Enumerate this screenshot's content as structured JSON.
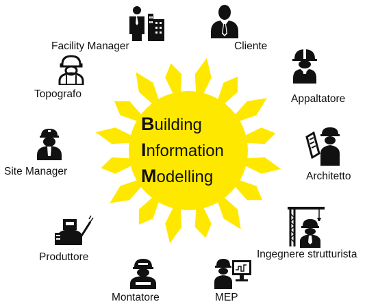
{
  "center": {
    "lines": [
      {
        "initial": "B",
        "rest": "uilding"
      },
      {
        "initial": "I",
        "rest": "nformation"
      },
      {
        "initial": "M",
        "rest": "odelling"
      }
    ]
  },
  "colors": {
    "sun": "#FFE800",
    "rays": "#FFE800",
    "text": "#111111",
    "icon": "#111111"
  },
  "roles": [
    {
      "label": "Facility Manager",
      "icon": "businessman-building-icon"
    },
    {
      "label": "Cliente",
      "icon": "businessman-icon"
    },
    {
      "label": "Appaltatore",
      "icon": "contractor-hardhat-icon"
    },
    {
      "label": "Architetto",
      "icon": "architect-blueprint-icon"
    },
    {
      "label": "Ingegnere strutturista",
      "icon": "engineer-crane-icon"
    },
    {
      "label": "MEP",
      "icon": "worker-computer-icon"
    },
    {
      "label": "Montatore",
      "icon": "installer-worker-icon"
    },
    {
      "label": "Produttore",
      "icon": "welder-icon"
    },
    {
      "label": "Site Manager",
      "icon": "site-manager-icon"
    },
    {
      "label": "Topografo",
      "icon": "surveyor-icon"
    }
  ]
}
